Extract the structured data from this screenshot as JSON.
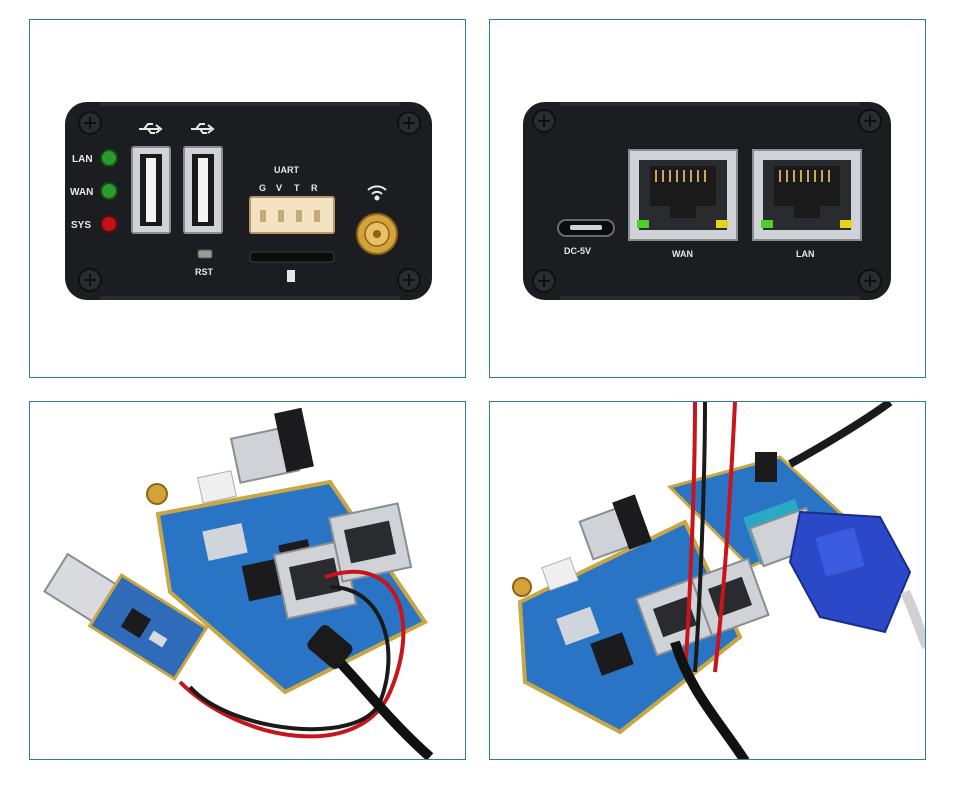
{
  "front_panel": {
    "led_labels": [
      "LAN",
      "WAN",
      "SYS"
    ],
    "led_colors": [
      "#2e9a2e",
      "#2e9a2e",
      "#c0141a"
    ],
    "uart_label": "UART",
    "uart_pins": [
      "G",
      "V",
      "T",
      "R"
    ],
    "reset_label": "RST",
    "usb_icon": "usb-icon",
    "wifi_icon": "wifi-icon"
  },
  "back_panel": {
    "power_label": "DC-5V",
    "wan_label": "WAN",
    "lan_label": "LAN"
  },
  "colors": {
    "case": "#1c1d20",
    "pcb": "#2a74c6",
    "antenna_gold": "#d4a23a",
    "cable_red": "#c8151b"
  }
}
